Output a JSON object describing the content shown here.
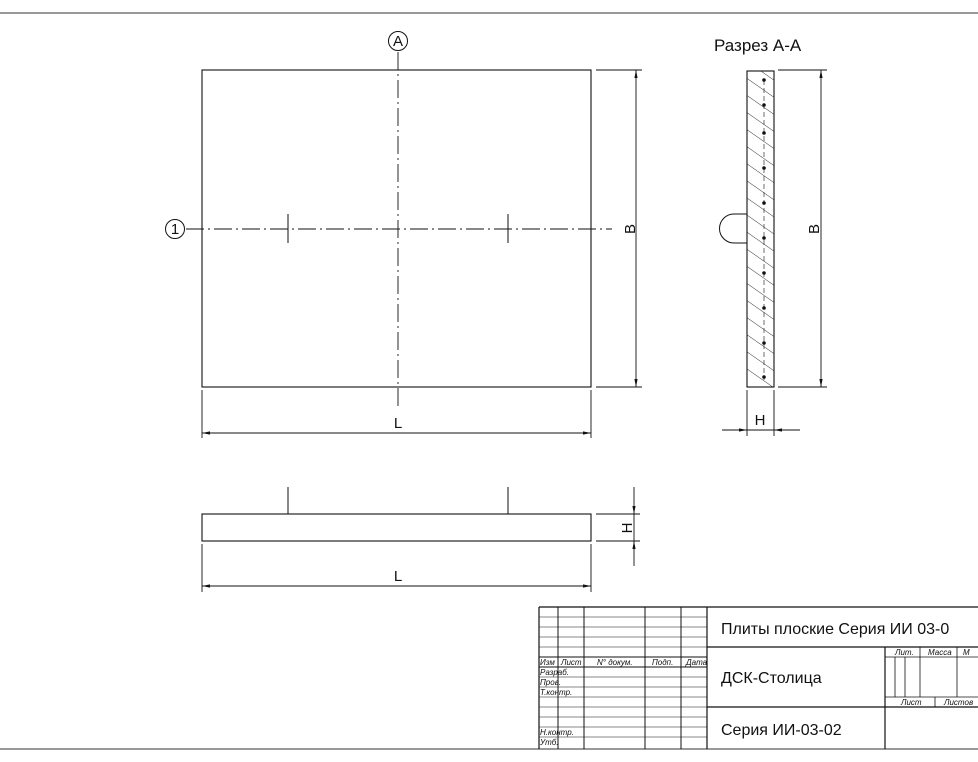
{
  "drawing": {
    "section_title": "Разрез А-А",
    "axis_letter": "A",
    "axis_number": "1",
    "dim_length": "L",
    "dim_width": "B",
    "dim_height": "H"
  },
  "title_block": {
    "product_title": "Плиты плоские Серия ИИ 03-0",
    "organization": "ДСК-Столица",
    "series": "Серия ИИ-03-02",
    "col_headers": {
      "izm": "Изм",
      "list": "Лист",
      "doc_no": "N° докум.",
      "sign": "Подп.",
      "date": "Дата"
    },
    "roles": {
      "developed": "Разраб.",
      "checked": "Пров.",
      "tech_control": "Т.контр.",
      "norm_control": "Н.контр.",
      "approved": "Утб."
    },
    "right_labels": {
      "lit": "Лит.",
      "mass": "Масса",
      "scale": "М",
      "sheet": "Лист",
      "sheets": "Листов"
    }
  }
}
